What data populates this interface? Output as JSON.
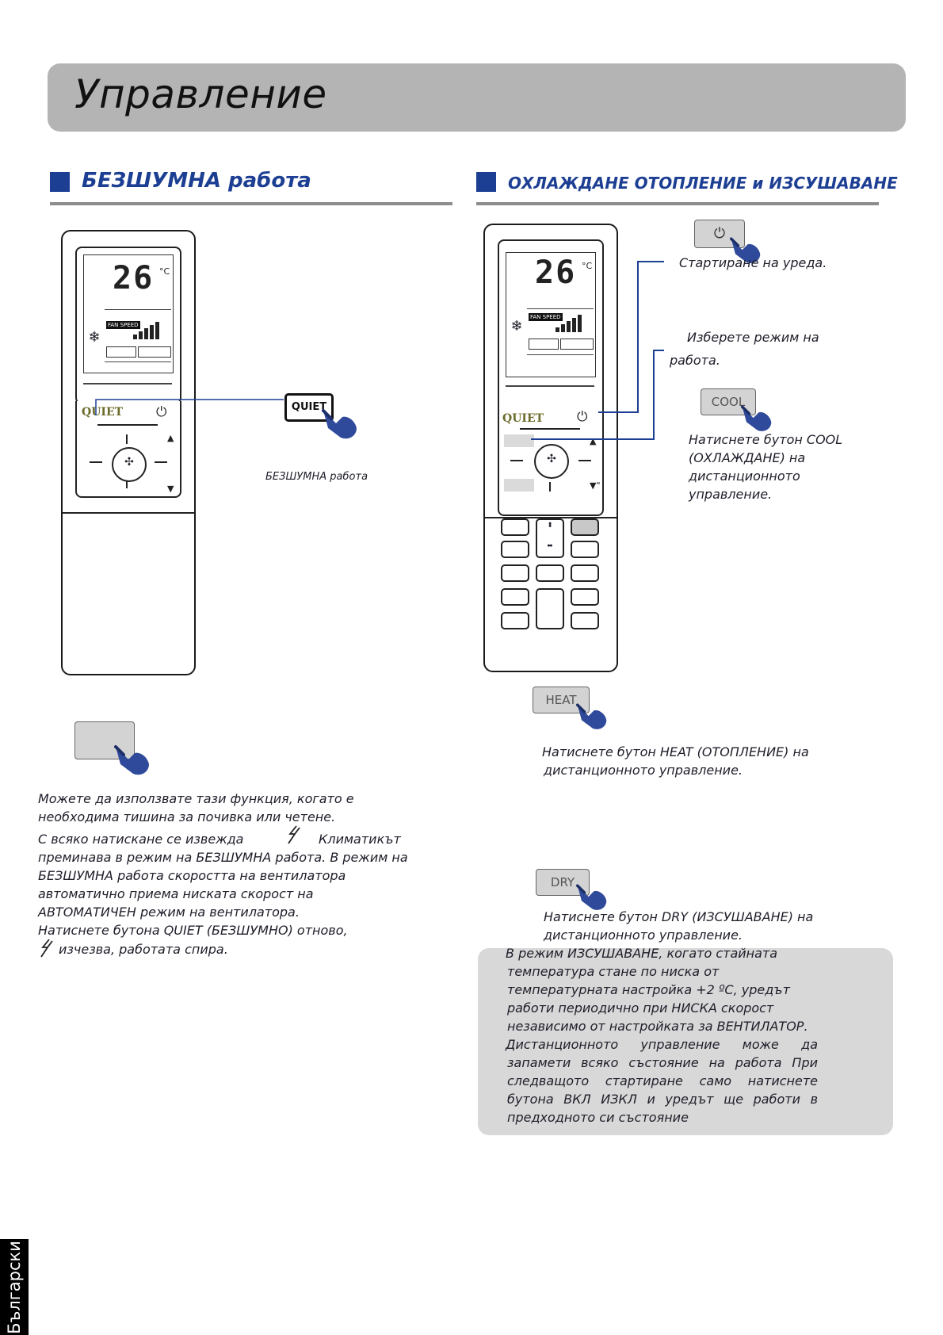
{
  "page": {
    "header_title": "Управление",
    "side_tab_label": "Български"
  },
  "sections": {
    "quiet_title": "БЕЗШУМНА работа",
    "modes_title": "ОХЛАЖДАНЕ  ОТОПЛЕНИЕ и ИЗСУШАВАНЕ"
  },
  "remote": {
    "temp_display": "26",
    "temp_unit": "°C",
    "fan_speed_label": "FAN SPEED",
    "quiet_label": "QUIET",
    "icons": [
      "snowflake-icon",
      "power-icon",
      "fan-icon",
      "triangle-up-icon",
      "triangle-down-icon",
      "hand-icon",
      "quiet-mode-icon"
    ]
  },
  "quiet_section": {
    "callout_button_label": "QUIET",
    "caption": "БЕЗШУМНА работа",
    "description": [
      "Можете да използвате тази функция, когато е",
      "необходима тишина за почивка или четене.",
      "С всяко натискане се извежда",
      "Климатикът",
      "преминава в режим на БЕЗШУМНА работа. В режим на",
      "БЕЗШУМНА работа скоростта на вентилатора",
      "автоматично приема ниската скорост на",
      "АВТОМАТИЧЕН режим на вентилатора.",
      "Натиснете бутона QUIET (БЕЗШУМНО) отново,",
      "изчезва, работата спира."
    ]
  },
  "modes_section": {
    "power_note": "Стартиране на уреда.",
    "mode_note_line1": "Изберете режим на",
    "mode_note_line2": "работа.",
    "cool_button_label": "COOL",
    "cool_note": [
      "Натиснете бутон COOL",
      "(ОХЛАЖДАНЕ) на",
      "дистанционното",
      "управление."
    ],
    "heat_button_label": "HEAT",
    "heat_note": [
      "Натиснете бутон HEAT (ОТОПЛЕНИЕ) на",
      "дистанционното управление."
    ],
    "dry_button_label": "DRY",
    "dry_note": [
      "Натиснете бутон DRY (ИЗСУШАВАНЕ) на",
      "дистанционното управление."
    ],
    "dry_info": [
      "В режим ИЗСУШАВАНЕ, когато стайната",
      "температура стане по ниска от",
      "температурната настройка +2 ºС, уредът",
      "работи периодично при НИСКА скорост",
      "независимо от настройката за ВЕНТИЛАТОР.",
      "Дистанционното управление може да",
      "запамети всяко състояние на работа При",
      "следващото стартиране само натиснете",
      "бутона ВКЛ ИЗКЛ и уредът ще работи в",
      "предходното си състояние"
    ]
  },
  "colors": {
    "accent_blue": "#1d3f93",
    "banner_gray": "#b4b4b4",
    "info_box_gray": "#d8d8d8",
    "hand_blue": "#2f4a9a"
  }
}
